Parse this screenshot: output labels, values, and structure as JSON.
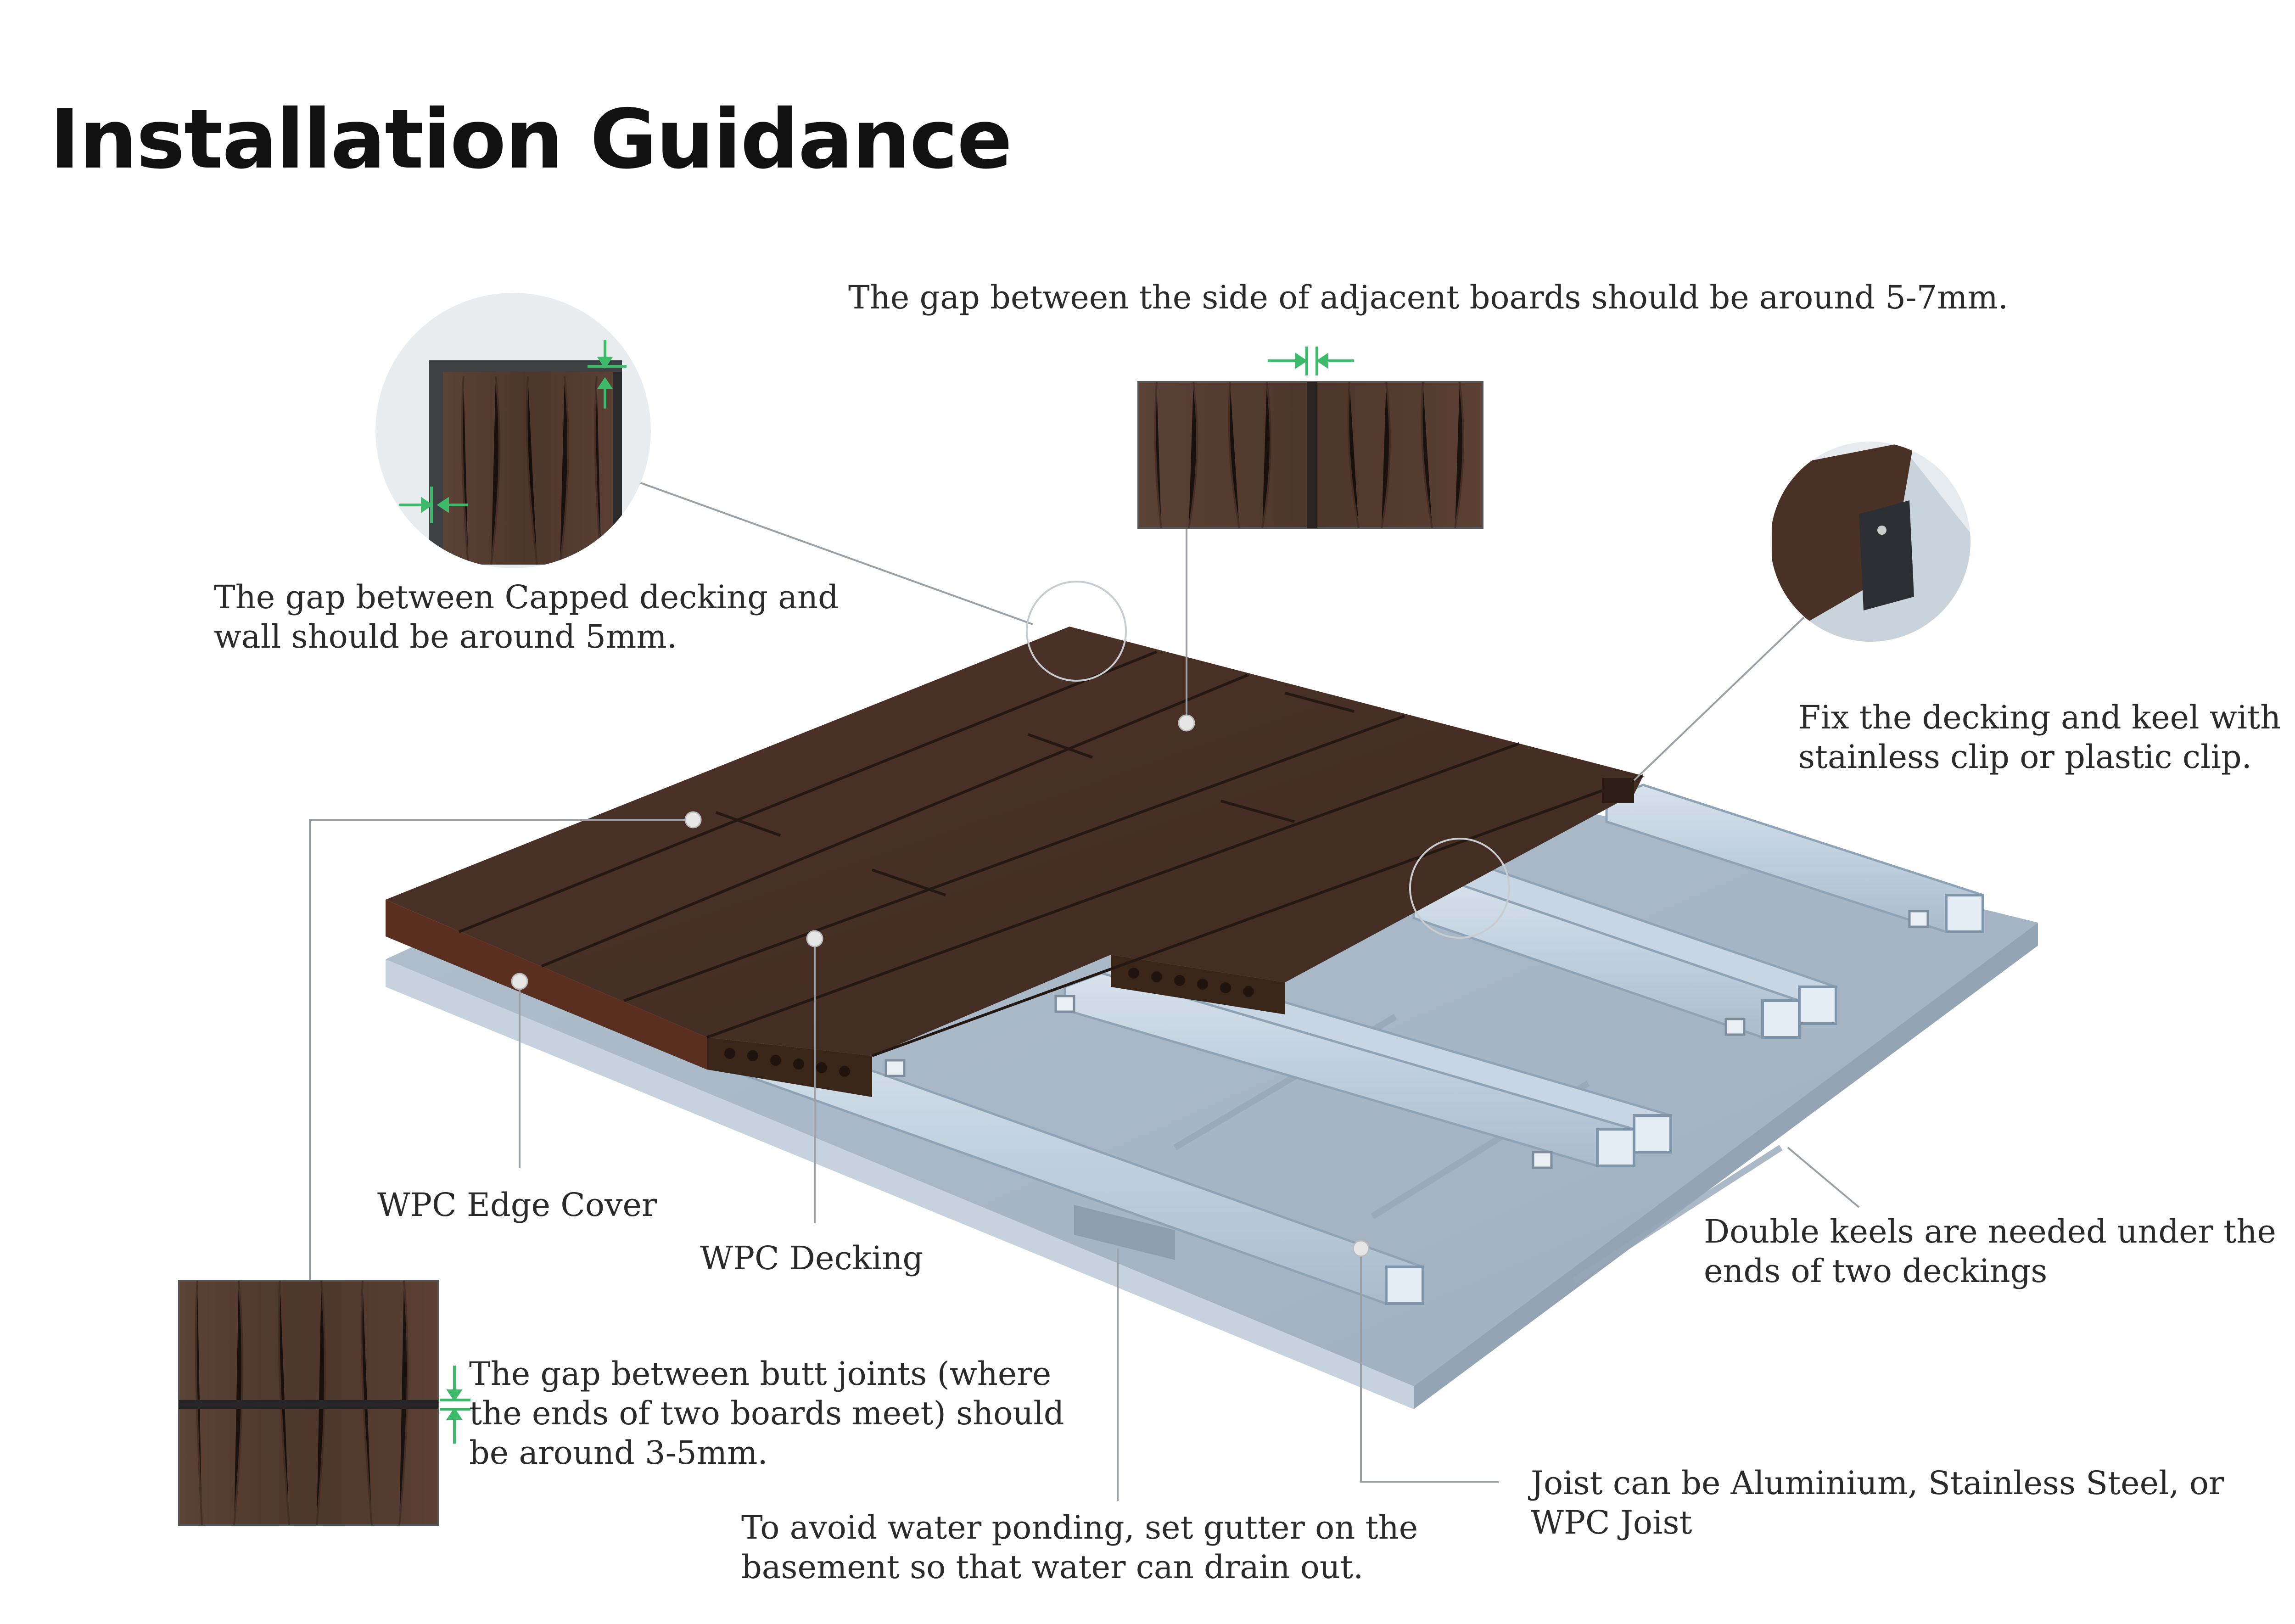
{
  "title": "Installation Guidance",
  "colors": {
    "board": "#4a3126",
    "board_edge": "#3b2519",
    "edge_cover": "#5a2f1f",
    "joist": "#b9ccdc",
    "base_top": "#a8b7c6",
    "base_side": "#9fb0c0",
    "leader": "#9aa0a6",
    "gap_marker": "#3dbb6a",
    "text": "#2a2a2a"
  },
  "icons": [
    "gap-arrow-icon",
    "callout-dot-icon"
  ],
  "callouts": {
    "side_gap": {
      "lines": [
        "The gap between the side of adjacent boards should be around 5-7mm."
      ]
    },
    "wall_gap": {
      "lines": [
        "The gap between Capped decking and",
        "wall should be around 5mm."
      ]
    },
    "clip": {
      "lines": [
        "Fix the decking and keel with",
        "stainless clip or plastic clip."
      ]
    },
    "edge_cover": {
      "lines": [
        "WPC Edge Cover"
      ]
    },
    "decking": {
      "lines": [
        "WPC Decking"
      ]
    },
    "double_keel": {
      "lines": [
        "Double keels are needed under the",
        "ends of two deckings"
      ]
    },
    "butt_gap": {
      "lines": [
        "The gap between butt joints (where",
        "the ends of two boards meet) should",
        "be around 3-5mm."
      ]
    },
    "joist": {
      "lines": [
        "Joist can be Aluminium, Stainless Steel, or",
        "WPC Joist"
      ]
    },
    "gutter": {
      "lines": [
        "To avoid water ponding, set gutter on the",
        "basement so that water can drain out."
      ]
    }
  }
}
